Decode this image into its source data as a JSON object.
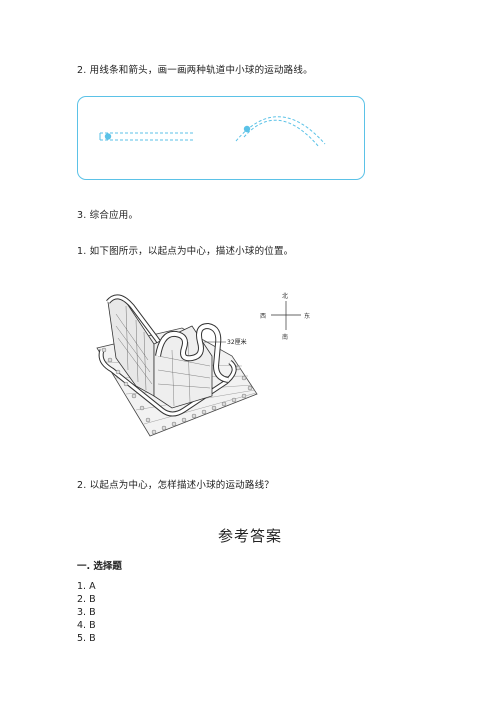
{
  "questions": {
    "q2_track": "2. 用线条和箭头，画一画两种轨道中小球的运动路线。",
    "q3_title": "3. 综合应用。",
    "q3_1": "1. 如下图所示，以起点为中心，描述小球的位置。",
    "q3_2": "2. 以起点为中心，怎样描述小球的运动路线？"
  },
  "figure": {
    "distance_label": "32厘米",
    "compass": {
      "north": "北",
      "south": "南",
      "west": "西",
      "east": "东"
    }
  },
  "answers": {
    "title": "参考答案",
    "section": "一. 选择题",
    "items": [
      "1. A",
      "2. B",
      "3. B",
      "4. B",
      "5. B"
    ]
  },
  "colors": {
    "accent": "#5bc2e7"
  }
}
